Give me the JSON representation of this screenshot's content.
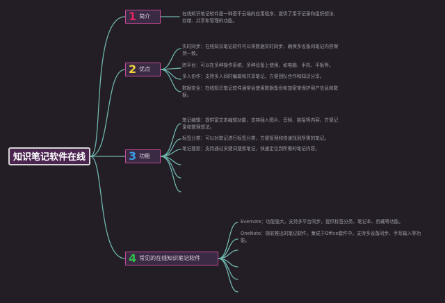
{
  "root": {
    "title": "知识笔记软件在线"
  },
  "branches": [
    {
      "number": "1",
      "label": "简介",
      "color": "#e0245e"
    },
    {
      "number": "2",
      "label": "优点",
      "color": "#f2d438"
    },
    {
      "number": "3",
      "label": "功能",
      "color": "#3a9be8"
    },
    {
      "number": "4",
      "label": "常见的在线知识笔记软件",
      "color": "#2fbf4a"
    }
  ],
  "notes": {
    "intro": [
      "在线知识笔记软件是一种基于云端的应用程序，提供了用于记录和组织想法、存储、共享和管理的功能。"
    ],
    "advantages": [
      "实时同步：在线知识笔记软件可以将数据实时同步，确保多设备间笔记内容保持一致。",
      "跨平台：可以在多种操作系统、多种设备上使用，如电脑、手机、平板等。",
      "多人协作：支持多人同时编辑和共享笔记，方便团队合作和知识分享。",
      "数据安全：在线知识笔记软件通常会使用数据备份和加密来保护用户信息和数据。"
    ],
    "features": [
      "笔记编辑：提供富文本编辑功能，支持插入图片、音频、链接等内容，方便记录和整理想法。",
      "标签分类：可以对笔记进行标签分类，方便管理和快速找到所需的笔记。",
      "笔记搜索：支持通过关键词搜索笔记，快速定位到所需的笔记内容。"
    ],
    "software": [
      "Evernote：功能强大，支持多平台同步，提供标签分类、笔记本、剪藏等功能。",
      "OneNote：微软推出的笔记软件，集成于Office套件中，支持多设备同步、手写输入等功能。"
    ]
  },
  "colors": {
    "background": "#231e26",
    "connector": "#6fb6ad",
    "branch_border": "#c64b97",
    "root_border": "#d6d6d6",
    "note_text": "#9e9ba3"
  }
}
